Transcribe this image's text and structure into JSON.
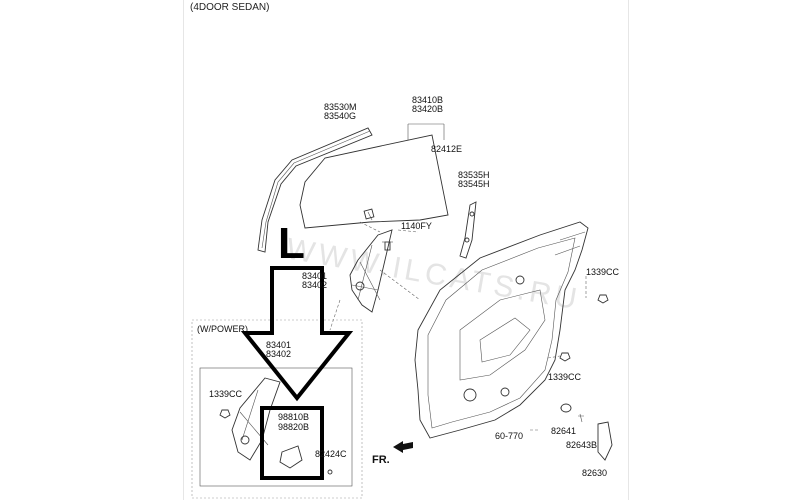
{
  "header": {
    "title": "(4DOOR SEDAN)"
  },
  "watermark": {
    "text": "WWW.ILCATS.RU"
  },
  "annotation": {
    "letter": "L"
  },
  "sections": {
    "power_label": "(W/POWER)"
  },
  "direction": {
    "label": "FR."
  },
  "part_numbers": {
    "p83530M": "83530M",
    "p83540G": "83540G",
    "p83410B": "83410B",
    "p83420B": "83420B",
    "p82412E": "82412E",
    "p83535H": "83535H",
    "p83545H": "83545H",
    "p1140FY": "1140FY",
    "p83401a": "83401",
    "p83402a": "83402",
    "p1339CC_a": "1339CC",
    "p83401b": "83401",
    "p83402b": "83402",
    "p1339CC_b": "1339CC",
    "p1339CC_c": "1339CC",
    "p98810B": "98810B",
    "p98820B": "98820B",
    "p82424C": "82424C",
    "p60770": "60-770",
    "p82641": "82641",
    "p82643B": "82643B",
    "p82630": "82630"
  },
  "colors": {
    "annotation": "#000000",
    "line": "#333333"
  }
}
